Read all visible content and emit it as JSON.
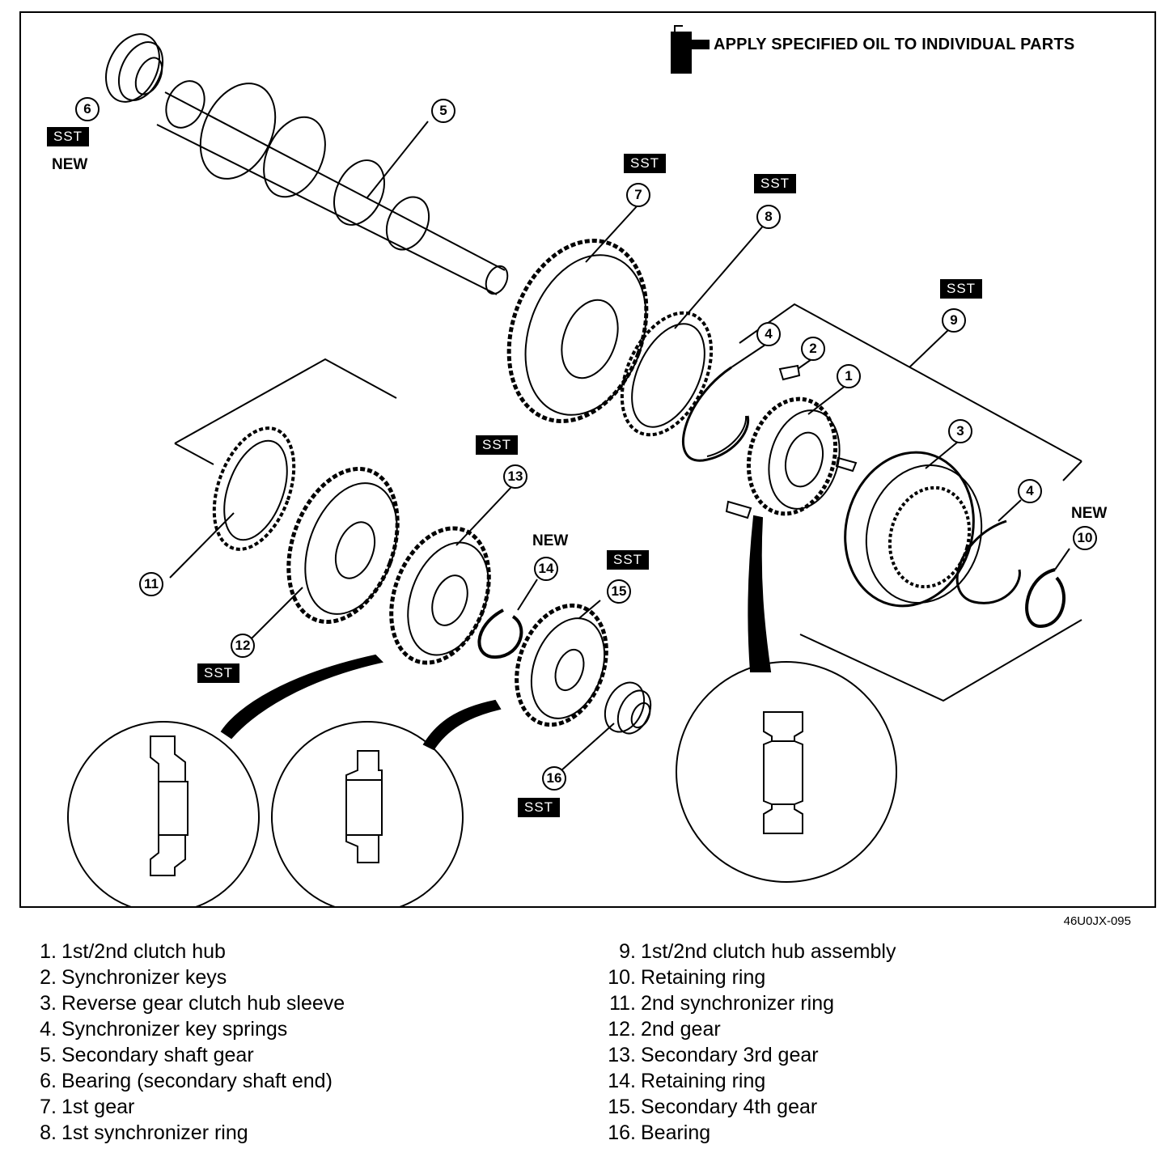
{
  "oil_note": "APPLY SPECIFIED OIL TO INDIVIDUAL PARTS",
  "figure_id": "46U0JX-095",
  "labels": {
    "sst": "SST",
    "new": "NEW"
  },
  "callouts": [
    "1",
    "2",
    "3",
    "4",
    "4",
    "5",
    "6",
    "7",
    "8",
    "9",
    "10",
    "11",
    "12",
    "13",
    "14",
    "15",
    "16"
  ],
  "legend_left": [
    {
      "num": "1.",
      "text": "1st/2nd clutch hub"
    },
    {
      "num": "2.",
      "text": "Synchronizer keys"
    },
    {
      "num": "3.",
      "text": "Reverse gear clutch hub sleeve"
    },
    {
      "num": "4.",
      "text": "Synchronizer key springs"
    },
    {
      "num": "5.",
      "text": "Secondary shaft gear"
    },
    {
      "num": "6.",
      "text": "Bearing (secondary shaft end)"
    },
    {
      "num": "7.",
      "text": "1st gear"
    },
    {
      "num": "8.",
      "text": "1st synchronizer ring"
    }
  ],
  "legend_right": [
    {
      "num": "9.",
      "text": "1st/2nd clutch hub assembly"
    },
    {
      "num": "10.",
      "text": "Retaining ring"
    },
    {
      "num": "11.",
      "text": "2nd synchronizer ring"
    },
    {
      "num": "12.",
      "text": "2nd gear"
    },
    {
      "num": "13.",
      "text": "Secondary 3rd gear"
    },
    {
      "num": "14.",
      "text": "Retaining ring"
    },
    {
      "num": "15.",
      "text": "Secondary 4th gear"
    },
    {
      "num": "16.",
      "text": "Bearing"
    }
  ]
}
